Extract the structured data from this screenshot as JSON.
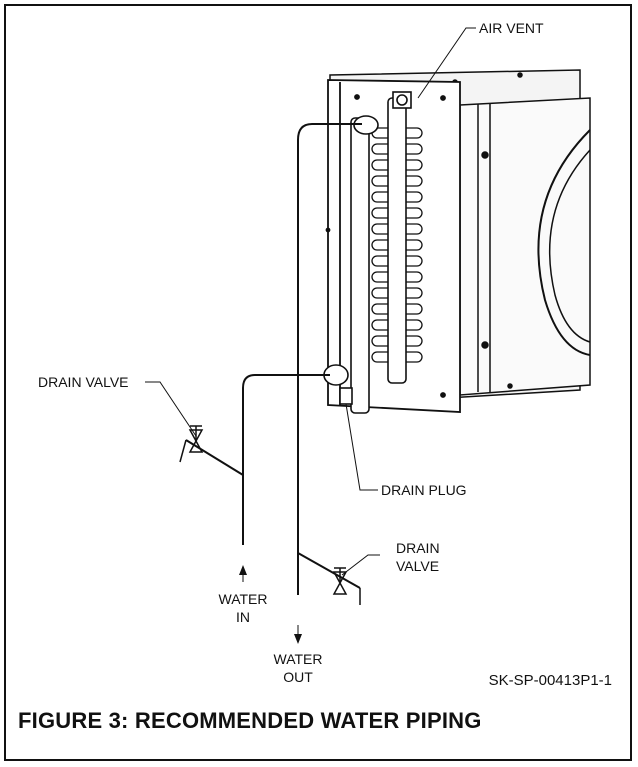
{
  "labels": {
    "air_vent": "AIR VENT",
    "drain_valve_left": "DRAIN VALVE",
    "drain_plug": "DRAIN PLUG",
    "drain_valve_right_line1": "DRAIN",
    "drain_valve_right_line2": "VALVE",
    "water_in_line1": "WATER",
    "water_in_line2": "IN",
    "water_out_line1": "WATER",
    "water_out_line2": "OUT"
  },
  "drawing_code": "SK-SP-00413P1-1",
  "figure_caption": "FIGURE 3: RECOMMENDED WATER PIPING",
  "colors": {
    "line": "#111111",
    "background": "#ffffff"
  }
}
